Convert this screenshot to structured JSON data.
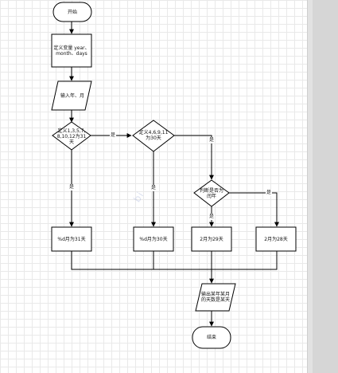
{
  "nodes": {
    "start": "开始",
    "define_vars": "定义变量 year、month、days",
    "input": "输入年、月",
    "dec1": "定义1,3,5,7,8,10,12为31天",
    "dec2": "定义4,6,9,11为30天",
    "dec3": "判断是否为闰年",
    "box31": "%d月为31天",
    "box30": "%d月为30天",
    "box29": "2月为29天",
    "box28": "2月为28天",
    "output": "输出某年某月的天数是某天",
    "end": "结束"
  },
  "edges": {
    "dec1_yes": "是",
    "dec1_no": "是",
    "dec2_yes": "是",
    "dec2_no": "是",
    "dec3_yes": "是",
    "dec3_no": "是"
  },
  "watermark": "bi"
}
